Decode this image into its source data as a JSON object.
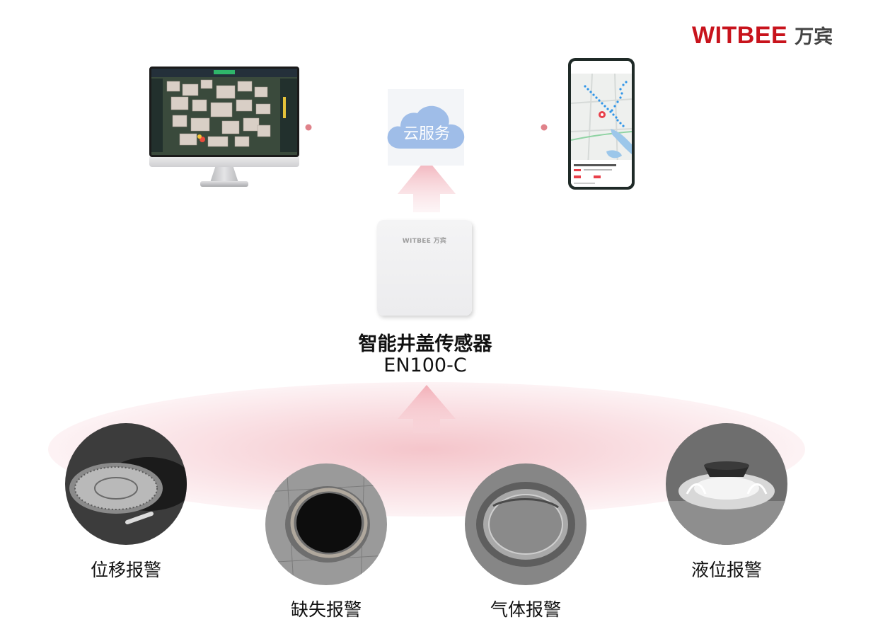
{
  "brand": {
    "latin": "WITBEE",
    "chinese": "万宾",
    "color": "#c8131c"
  },
  "cloud": {
    "label": "云服务",
    "color": "#9fbde8"
  },
  "devices": {
    "monitor_icon": "monitor-icon",
    "phone_icon": "smartphone-icon"
  },
  "sensor": {
    "device_marking": "WITBEE 万宾",
    "name": "智能井盖传感器",
    "model": "EN100-C"
  },
  "alarms": [
    {
      "label": "位移报警"
    },
    {
      "label": "缺失报警"
    },
    {
      "label": "气体报警"
    },
    {
      "label": "液位报警"
    }
  ],
  "colors": {
    "connector": "#e0828a",
    "glow": "#f2b6be"
  }
}
